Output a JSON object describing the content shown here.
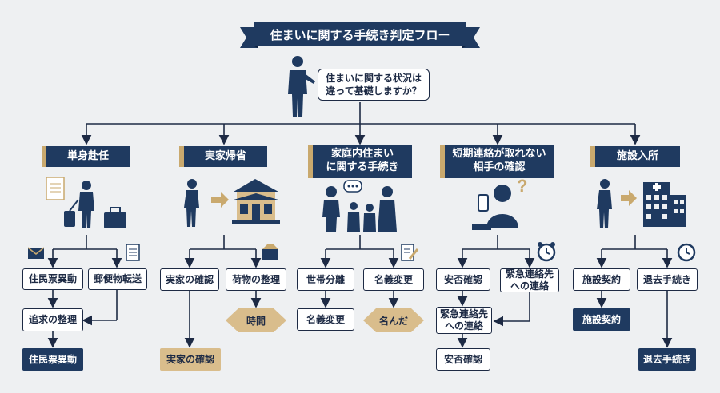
{
  "title": "住まいに関する手続き判定フロー",
  "question": {
    "line1": "住まいに関する状況は",
    "line2": "違って基礎しますか？"
  },
  "categories": [
    {
      "label": "単身赴任"
    },
    {
      "label": "実家帰省"
    },
    {
      "line1": "家庭内住まい",
      "line2": "に関する手続き"
    },
    {
      "line1": "短期連絡が取れない",
      "line2": "相手の確認"
    },
    {
      "label": "施設入所"
    }
  ],
  "col1": {
    "a": "住民票異動",
    "b": "郵便物転送",
    "c": "追求の整理",
    "d": "住民票異動"
  },
  "col2": {
    "a": "実家の確認",
    "b": "荷物の整理",
    "diamond": "時間",
    "d": "実家の確認"
  },
  "col3": {
    "a": "世帯分離",
    "b": "名義変更",
    "c": "名義変更",
    "diamond": "名んだ"
  },
  "col4": {
    "a": "安否確認",
    "b_line1": "緊急連絡先",
    "b_line2": "への連絡",
    "c_line1": "緊急連絡先",
    "c_line2": "への連絡",
    "d": "安否確認"
  },
  "col5": {
    "a": "施設契約",
    "b": "退去手続き",
    "c": "施設契約",
    "d": "退去手続き"
  },
  "colors": {
    "navy": "#1f3a60",
    "gold": "#d9bd8c",
    "line": "#1d2a44",
    "background": "#eef0f2"
  }
}
